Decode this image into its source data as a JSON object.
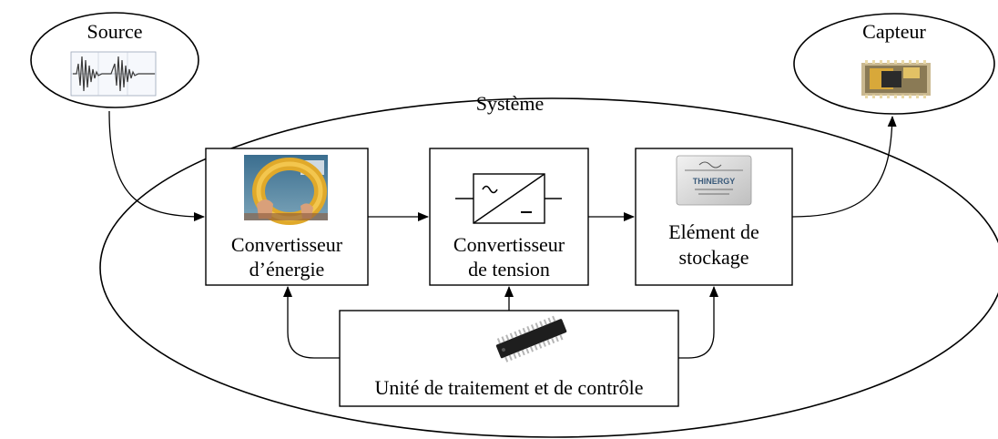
{
  "labels": {
    "source": "Source",
    "capteur": "Capteur",
    "systeme": "Système",
    "energy_converter_line1": "Convertisseur",
    "energy_converter_line2": "d’énergie",
    "voltage_converter_line1": "Convertisseur",
    "voltage_converter_line2": "de tension",
    "storage_line1": "Elément de",
    "storage_line2": "stockage",
    "control_unit": "Unité de traitement et de contrôle",
    "thinergy_logo": "THINERGY"
  },
  "icons": {
    "source_signal": "waveform-plot-icon",
    "sensor_chip": "sensor-chip-icon",
    "piezo_film": "piezo-film-photo-icon",
    "dc_dc_symbol": "ac-dc-converter-symbol-icon",
    "battery_chip": "thin-film-battery-icon",
    "microcontroller": "dip-microcontroller-icon"
  },
  "colors": {
    "line": "#000000",
    "background": "#ffffff",
    "signal": "#3a3a3a",
    "gold": "#d8a83a"
  }
}
